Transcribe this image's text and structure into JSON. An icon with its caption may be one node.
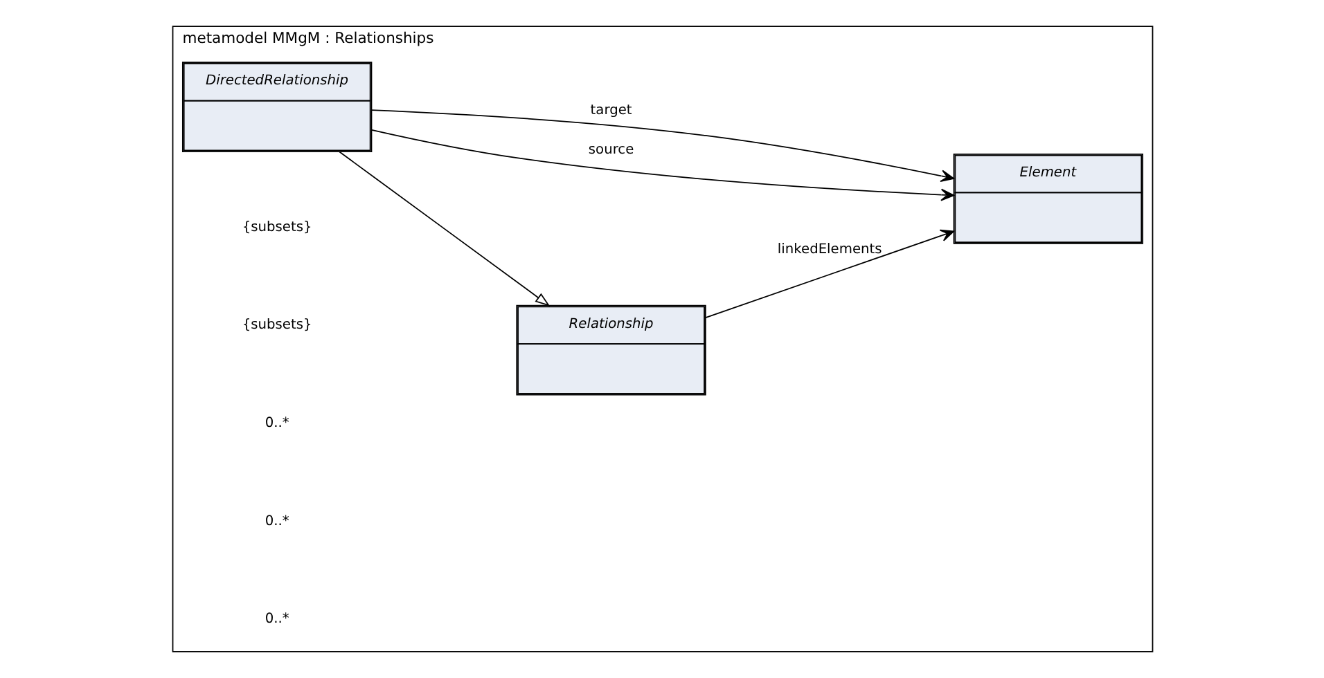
{
  "diagram": {
    "nodes": [
      {
        "text": [
          "metamodel MMgM : Relationships"
        ]
      },
      {
        "text": [
          "Relationship"
        ],
        "in": 0
      },
      {
        "text": [
          "DirectedRelationship"
        ],
        "in": 0
      },
      {
        "text": [
          "Element"
        ],
        "in": 0
      }
    ],
    "edges": [
      {
        "from": 2,
        "to": 1,
        "arrow": "to"
      },
      {
        "from": 1,
        "to": 3,
        "arrow": "to",
        "label": "linkedElements"
      },
      {
        "from": 2,
        "to": 3,
        "arrow": "to",
        "label": "source"
      },
      {
        "from": 2,
        "to": 3,
        "arrow": "to",
        "label": "target"
      }
    ],
    "labels": [
      "{subsets}",
      "{subsets}",
      "0..*",
      "0..*",
      "0..*"
    ]
  }
}
